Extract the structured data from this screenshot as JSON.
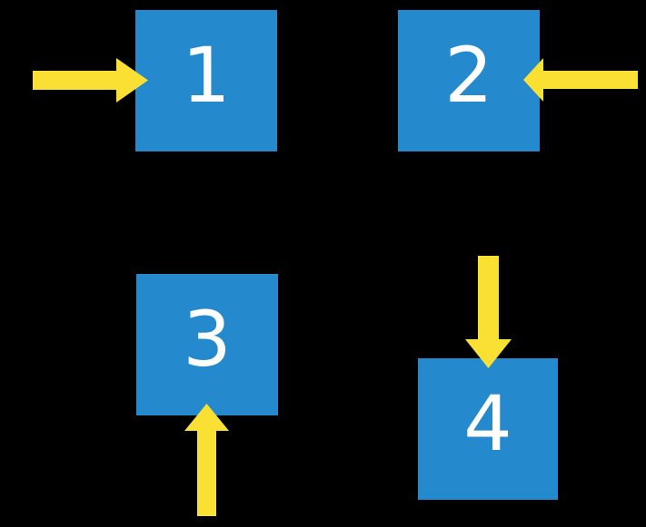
{
  "slide": {
    "background": "#000000"
  },
  "colors": {
    "slide_bg": "#000000",
    "square_blue": "#2589CE",
    "arrow_yellow": "#F9E033",
    "number_white": "#FFFFFF"
  },
  "squares": [
    {
      "label": "1",
      "arrow_direction": "right",
      "arrow_side": "left"
    },
    {
      "label": "2",
      "arrow_direction": "left",
      "arrow_side": "right"
    },
    {
      "label": "3",
      "arrow_direction": "up",
      "arrow_side": "bottom"
    },
    {
      "label": "4",
      "arrow_direction": "down",
      "arrow_side": "top"
    }
  ]
}
